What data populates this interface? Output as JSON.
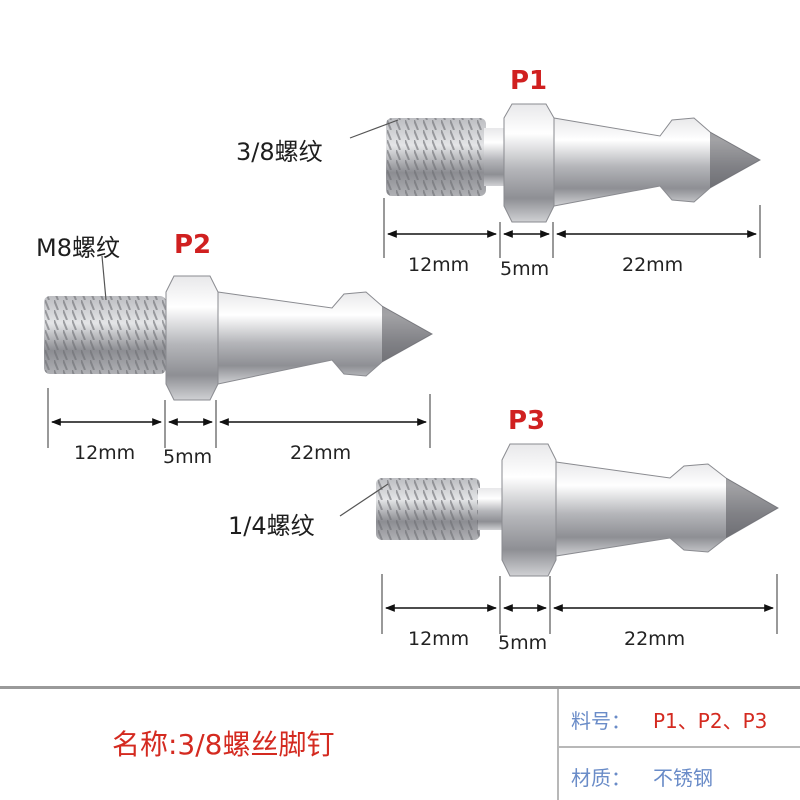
{
  "parts": [
    {
      "label": "P1",
      "thread": "3/8螺纹",
      "dims": [
        "12mm",
        "5mm",
        "22mm"
      ]
    },
    {
      "label": "P2",
      "thread": "M8螺纹",
      "dims": [
        "12mm",
        "5mm",
        "22mm"
      ]
    },
    {
      "label": "P3",
      "thread": "1/4螺纹",
      "dims": [
        "12mm",
        "5mm",
        "22mm"
      ]
    }
  ],
  "footer": {
    "name": "名称:3/8螺丝脚钉",
    "part_no_label": "料号：",
    "part_no_value": "P1、P2、P3",
    "material_label": "材质：",
    "material_value": "不锈钢"
  },
  "colors": {
    "label_red": "#d02020",
    "key_blue": "#6a8cc8",
    "steel": "#b8b8b8"
  }
}
